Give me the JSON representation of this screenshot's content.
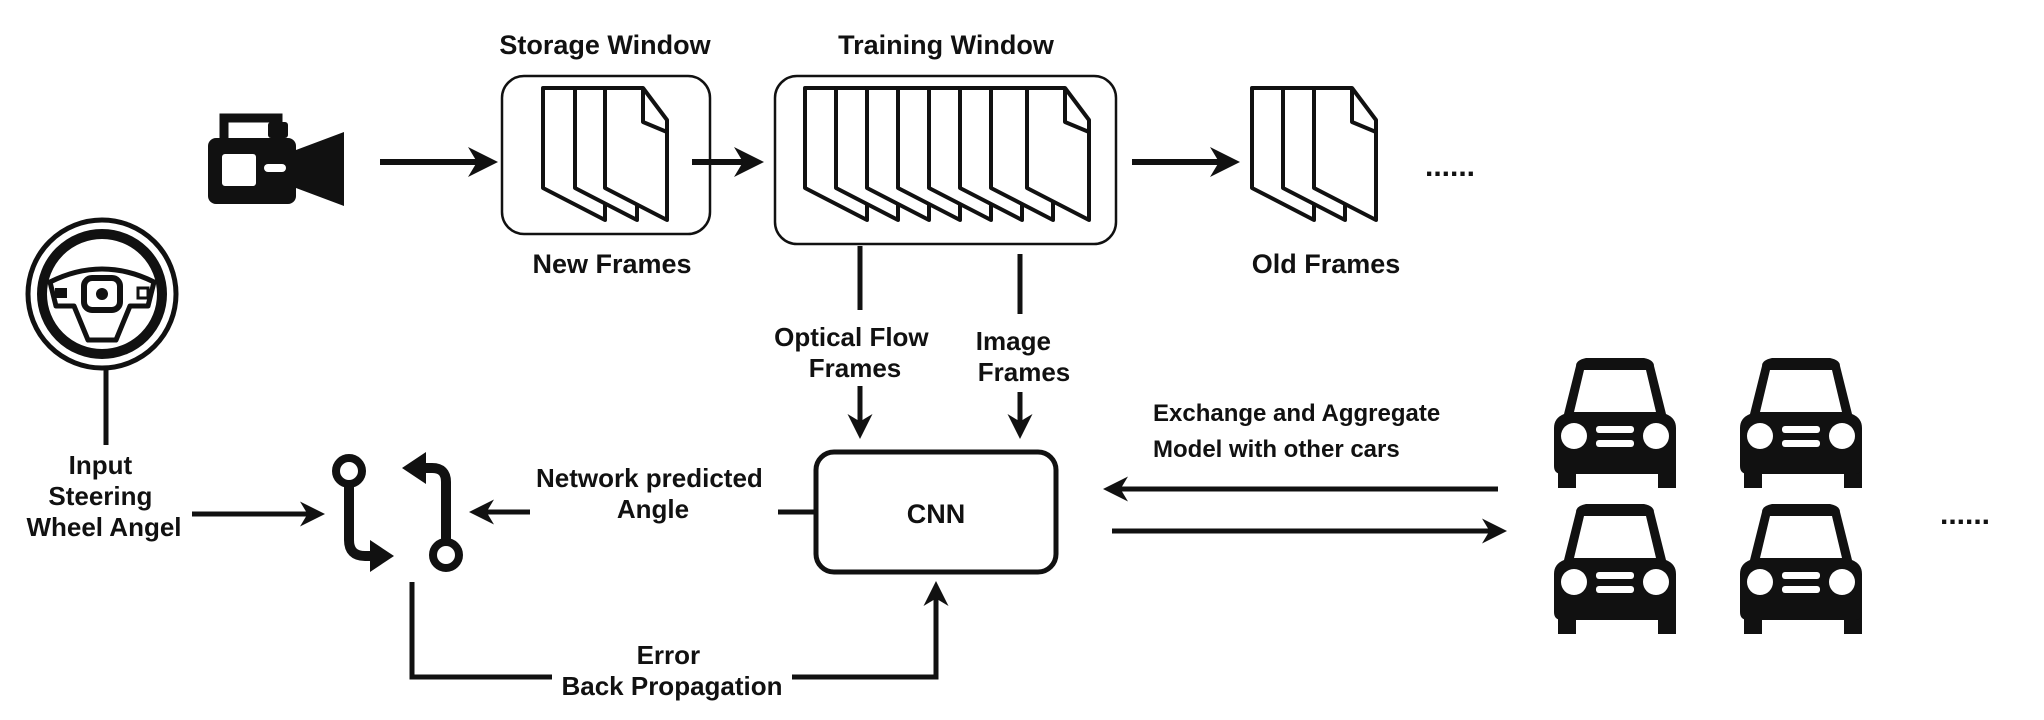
{
  "labels": {
    "storage_window": "Storage Window",
    "training_window": "Training Window",
    "new_frames": "New Frames",
    "old_frames": "Old Frames",
    "frames_ellipsis": "......",
    "optical_flow_line1": "Optical Flow",
    "optical_flow_line2": "Frames",
    "image_line1": "Image",
    "image_line2": "Frames",
    "input_line1": "Input",
    "input_line2": "Steering",
    "input_line3": "Wheel Angel",
    "predicted_line1": "Network predicted",
    "predicted_line2": "Angle",
    "cnn": "CNN",
    "exchange_line1": "Exchange and Aggregate",
    "exchange_line2": "Model with other cars",
    "error_line1": "Error",
    "error_line2": "Back Propagation",
    "cars_ellipsis": "......"
  },
  "icons": {
    "camera": "video-camera-icon",
    "document": "document-icon",
    "steering_wheel": "steering-wheel-icon",
    "compare": "compare-arrows-icon",
    "car": "car-icon"
  },
  "colors": {
    "ink": "#111111",
    "background": "#ffffff"
  }
}
